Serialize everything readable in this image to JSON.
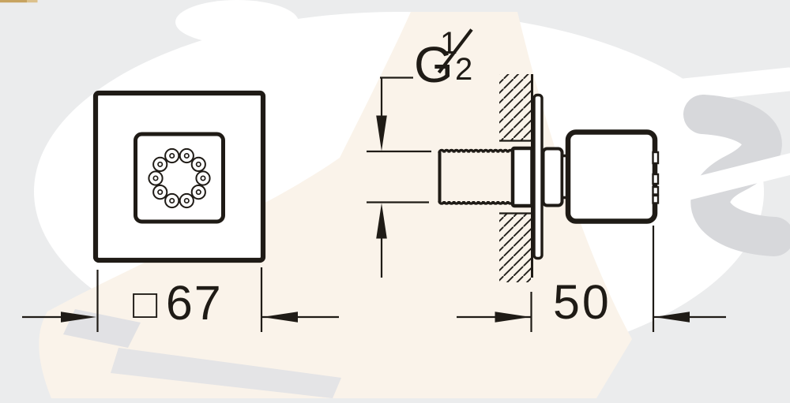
{
  "colors": {
    "background": "#ebeced",
    "panel_white": "#ffffff",
    "cream_tint": "#faf3ea",
    "line": "#1f1b16",
    "watermark_gray": "#d7d8db",
    "wedge_gray": "#e1e1e4",
    "accent_gold": "#c7a360",
    "accent_gold_light": "#dcc18c"
  },
  "front_view": {
    "nozzle_count": 10
  },
  "dimensions": {
    "width": {
      "symbol": "□",
      "value": "67"
    },
    "depth": {
      "value": "50"
    },
    "thread": {
      "letter": "G",
      "numerator": "1",
      "denominator": "2"
    }
  }
}
